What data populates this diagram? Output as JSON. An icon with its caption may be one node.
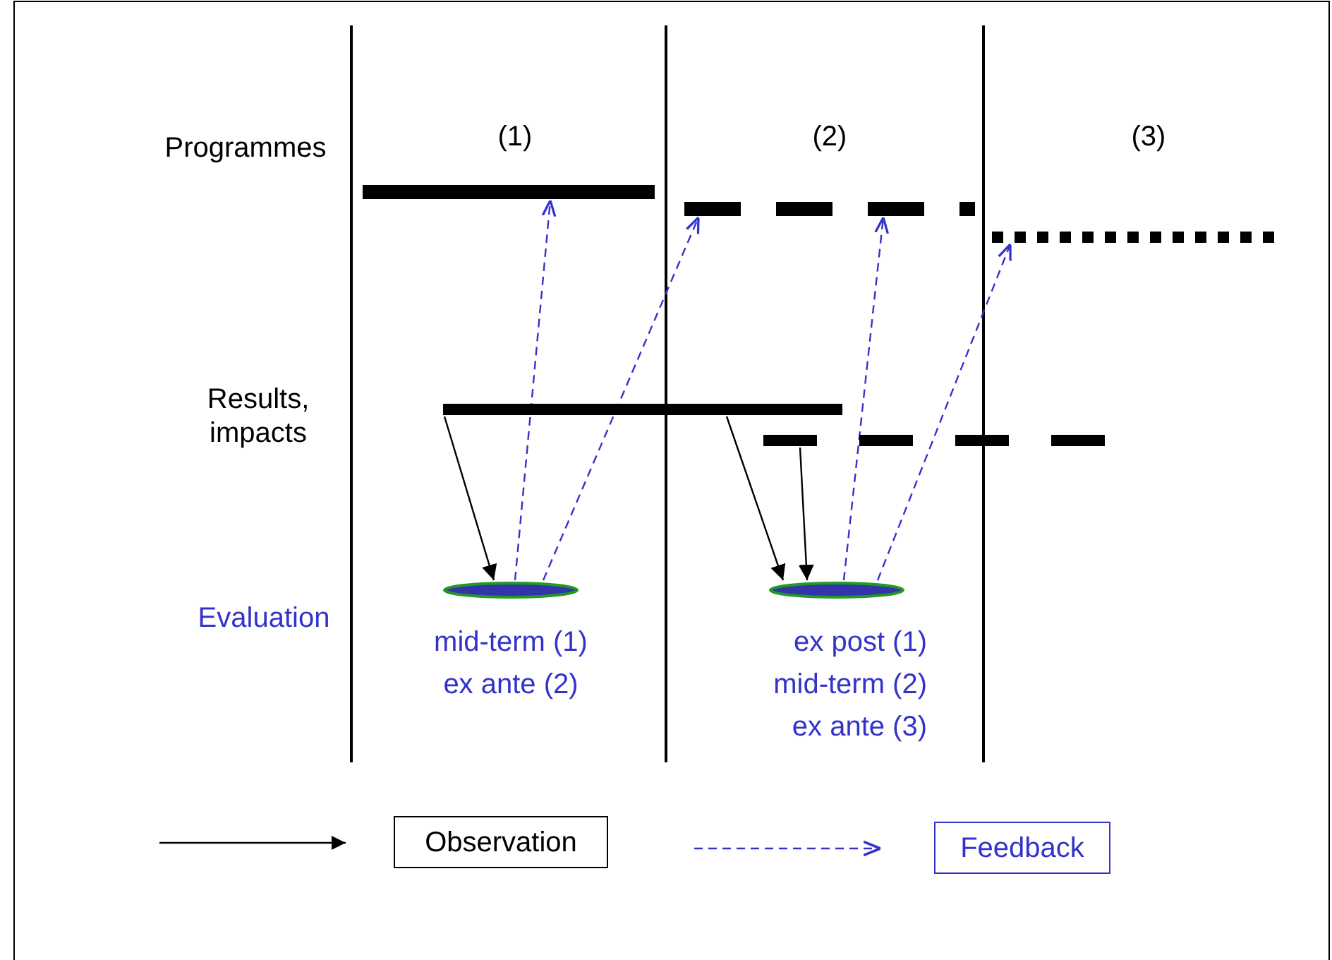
{
  "diagram": {
    "nodes": [
      {
        "text": [],
        "shape": "bar"
      },
      {
        "text": [],
        "shape": "bar"
      },
      {
        "text": [],
        "shape": "bar"
      },
      {
        "text": [],
        "shape": "bar"
      },
      {
        "text": [],
        "shape": "bar"
      },
      {
        "text": [],
        "shape": "ellipse",
        "beside": [
          "mid-term (1)",
          "ex ante (2)"
        ]
      },
      {
        "text": [],
        "shape": "ellipse",
        "beside": [
          "ex post (1)",
          "mid-term (2)",
          "ex ante (3)"
        ]
      }
    ],
    "edges": [
      {
        "from": 3,
        "to": 5,
        "arrow": "to",
        "color": "#000000"
      },
      {
        "from": 5,
        "to": 0,
        "arrow": "to",
        "style": "dashed",
        "color": "#3333cc"
      },
      {
        "from": 5,
        "to": 1,
        "arrow": "to",
        "style": "dashed",
        "color": "#3333cc"
      },
      {
        "from": 3,
        "to": 6,
        "arrow": "to",
        "color": "#000000"
      },
      {
        "from": 4,
        "to": 6,
        "arrow": "to",
        "color": "#000000"
      },
      {
        "from": 6,
        "to": 1,
        "arrow": "to",
        "style": "dashed",
        "color": "#3333cc"
      },
      {
        "from": 6,
        "to": 2,
        "arrow": "to",
        "style": "dashed",
        "color": "#3333cc"
      }
    ],
    "labels": [
      "(1)",
      "(2)",
      "(3)",
      "Programmes",
      "Results, impacts",
      "Evaluation"
    ],
    "legend": [
      {
        "text": "Observation"
      },
      {
        "text": "Feedback"
      }
    ]
  }
}
